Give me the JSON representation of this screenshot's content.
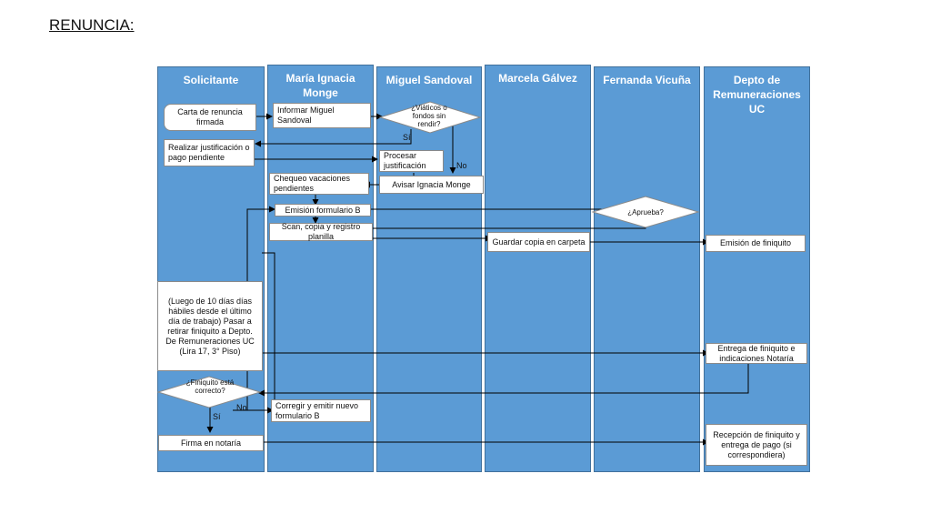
{
  "title": "RENUNCIA:",
  "lanes": [
    "Solicitante",
    "María Ignacia Monge",
    "Miguel Sandoval",
    "Marcela Gálvez",
    "Fernanda Vicuña",
    "Depto de Remuneraciones UC"
  ],
  "boxes": {
    "carta": "Carta de renuncia firmada",
    "realizar": "Realizar justificación o pago pendiente",
    "informar": "Informar Miguel Sandoval",
    "chequeo": "Chequeo vacaciones pendientes",
    "emision_b": "Emisión formulario B",
    "scan": "Scan, copia y registro planilla",
    "procesar": "Procesar justificación",
    "avisar": "Avisar Ignacia Monge",
    "guardar": "Guardar copia en carpeta",
    "emision_finiquito": "Emisión de finiquito",
    "luego": "(Luego de 10 días días hábiles desde el último día de trabajo) Pasar a retirar finiquito a Depto. De Remuneraciones UC (Lira 17, 3° Piso)",
    "entrega": "Entrega de finiquito e indicaciones Notaría",
    "corregir": "Corregir y emitir nuevo formulario B",
    "firma": "Firma en notaría",
    "recepcion": "Recepción de finiquito y entrega de pago (si correspondiera)"
  },
  "decisions": {
    "viaticos": "¿Viáticos o fondos sin rendir?",
    "aprueba": "¿Aprueba?",
    "finiquito": "¿Finiquito está correcto?"
  },
  "edge_labels": {
    "si_1": "Sí",
    "no_1": "No",
    "no_2": "No",
    "si_2": "Sí"
  }
}
